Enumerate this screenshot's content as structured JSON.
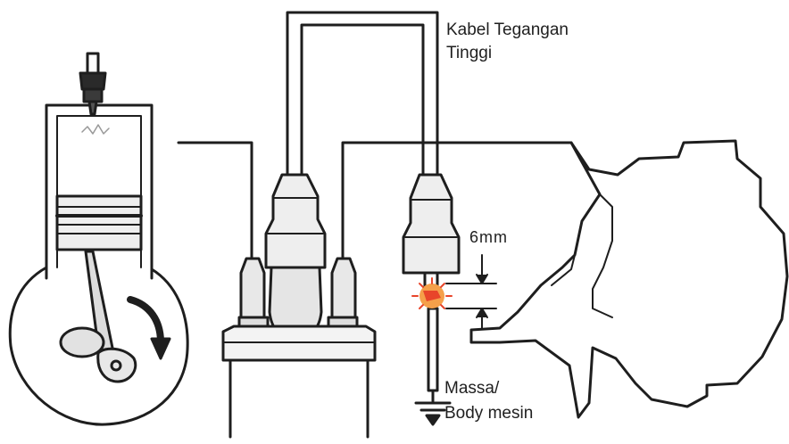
{
  "labels": {
    "cable_line1": "Kabel Tegangan",
    "cable_line2": "Tinggi",
    "gap": "6mm",
    "ground_line1": "Massa/",
    "ground_line2": "Body mesin"
  },
  "colors": {
    "line": "#1e1e1e",
    "fill_light": "#eeeeee",
    "fill_mid": "#d9d9d9",
    "spark": "#e8452a",
    "spark_glow": "#f5a04a"
  },
  "icons": [
    "cylinder",
    "spark-plug",
    "piston",
    "crankshaft",
    "rotation-arrow",
    "ignition-coil",
    "high-tension-cable",
    "spark",
    "ground-symbol",
    "engine-block"
  ]
}
